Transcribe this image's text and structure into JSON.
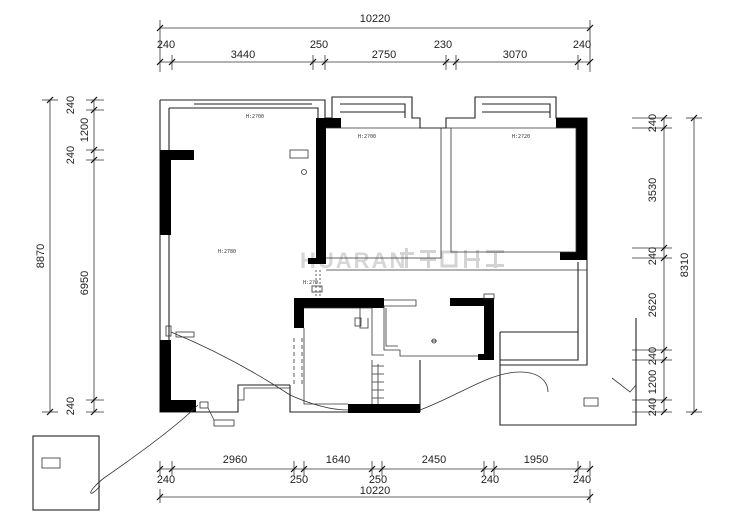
{
  "dimensions": {
    "top": {
      "total": "10220",
      "segments": [
        "240",
        "3440",
        "250",
        "2750",
        "230",
        "3070",
        "240"
      ]
    },
    "bottom": {
      "total": "10220",
      "segments": [
        "240",
        "2960",
        "250",
        "1640",
        "250",
        "2450",
        "240",
        "1950",
        "240"
      ]
    },
    "left": {
      "total": "8870",
      "segments": [
        "240",
        "1200",
        "240",
        "6950",
        "240"
      ]
    },
    "right": {
      "total": "8310",
      "segments": [
        "240",
        "3530",
        "240",
        "2620",
        "240",
        "1200",
        "240"
      ]
    }
  },
  "room_labels": {
    "living": "H:2780",
    "bedroom_top_left": "H:2?00",
    "bedroom_mid": "H:2?00",
    "bedroom_right": "H:2?20",
    "corridor": "H:2?0"
  },
  "watermark": "HUARAN"
}
